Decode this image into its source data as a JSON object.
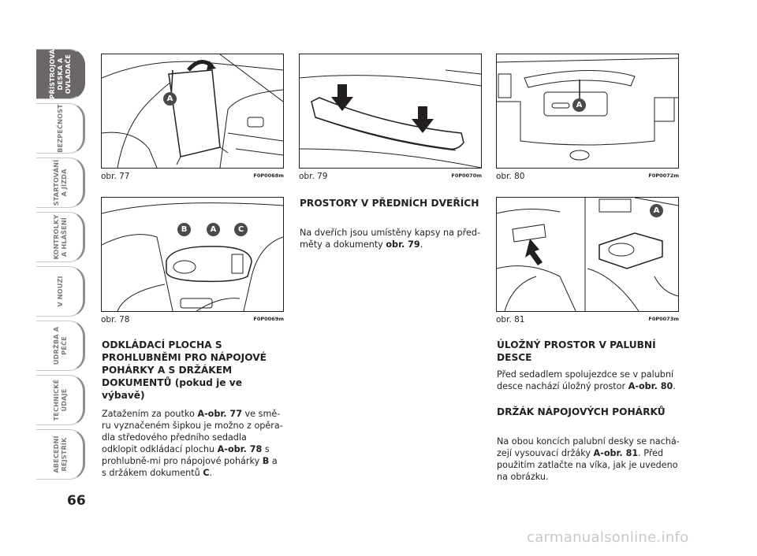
{
  "sidebar": {
    "tabs": [
      {
        "label": "PŘÍSTROJOVÁ\nDESKA A\nOVLADAČE",
        "active": true
      },
      {
        "label": "BEZPEČNOST",
        "active": false
      },
      {
        "label": "STARTOVÁNÍ\nA JÍZDA",
        "active": false
      },
      {
        "label": "KONTROLKY\nA HLÁŠENÍ",
        "active": false
      },
      {
        "label": "V NOUZI",
        "active": false
      },
      {
        "label": "ÚDRŽBA A\nPÉČE",
        "active": false
      },
      {
        "label": "TECHNICKÉ\nÚDAJE",
        "active": false
      },
      {
        "label": "ABECEDNÍ\nREJSTŘÍK",
        "active": false
      }
    ]
  },
  "page_number": "66",
  "figures": {
    "fig77": {
      "caption": "obr. 77",
      "code": "F0P0068m",
      "markers": [
        "A"
      ]
    },
    "fig78": {
      "caption": "obr. 78",
      "code": "F0P0069m",
      "markers": [
        "B",
        "A",
        "C"
      ]
    },
    "fig79": {
      "caption": "obr. 79",
      "code": "F0P0070m"
    },
    "fig80": {
      "caption": "obr. 80",
      "code": "F0P0072m",
      "markers": [
        "A"
      ]
    },
    "fig81": {
      "caption": "obr. 81",
      "code": "F0P0073m",
      "markers": [
        "A"
      ]
    }
  },
  "sections": {
    "armrest": {
      "heading": "ODKLÁDACÍ PLOCHA S PROHLUBNĚMI PRO NÁPOJOVÉ POHÁRKY A S DRŽÁKEM DOKUMENTŮ (pokud je ve výbavě)",
      "body_1": "Zatažením za poutko ",
      "ref_1": "A-obr. 77",
      "body_2": " ve smě-ru vyznačeném šipkou je možno z opěra-dla středového předního sedadla odklopit odkládací plochu ",
      "ref_2": "A-obr. 78",
      "body_3": " s prohlubně-mi pro nápojové pohárky ",
      "ref_3": "B",
      "body_4": " a s držákem dokumentů ",
      "ref_4": "C",
      "body_5": "."
    },
    "doors": {
      "heading": "PROSTORY V PŘEDNÍCH DVEŘÍCH",
      "body_1": "Na dveřích jsou umístěny kapsy na před-měty a dokumenty ",
      "ref_1": "obr. 79",
      "body_2": "."
    },
    "dash_storage": {
      "heading": "ÚLOŽNÝ PROSTOR V PALUBNÍ DESCE",
      "body_1": "Před sedadlem spolujezdce se v palubní desce nachází úložný prostor ",
      "ref_1": "A-obr. 80",
      "body_2": "."
    },
    "cup_holder": {
      "heading": "DRŽÁK NÁPOJOVÝCH POHÁRKŮ",
      "body_1": "Na obou koncích palubní desky se nachá-zejí vysouvací držáky ",
      "ref_1": "A-obr. 81",
      "body_2": ". Před použitím zatlačte na víka, jak je uvedeno na obrázku."
    }
  },
  "watermark": "carmanualsonline.info",
  "colors": {
    "ink": "#231f20",
    "tab_active": "#6b6769",
    "tab_border": "#8e8c8c",
    "marker": "#4a4a4a"
  }
}
